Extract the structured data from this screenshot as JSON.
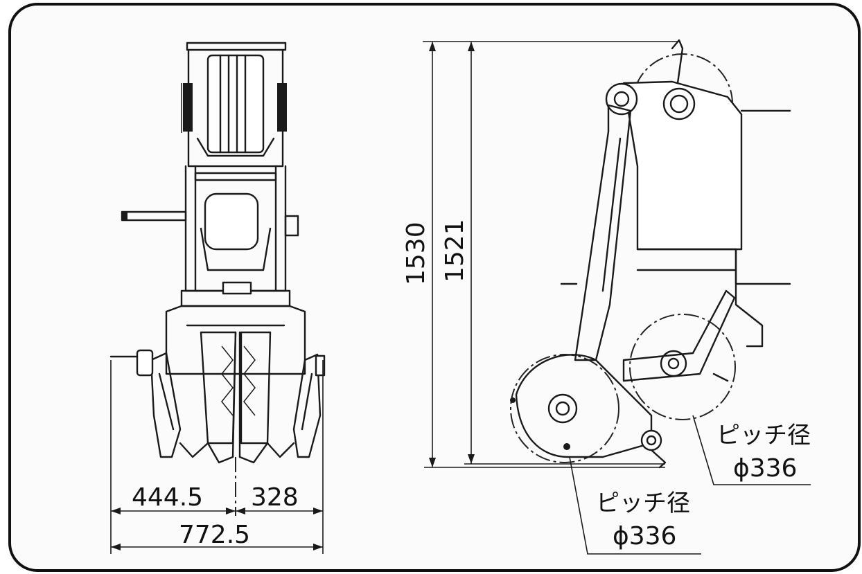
{
  "dimensions": {
    "left_width": "444.5",
    "right_width": "328",
    "total_width": "772.5",
    "height_outer": "1530",
    "height_inner": "1521"
  },
  "annotations": {
    "pitch_label_right": "ピッチ径",
    "pitch_value_right": "ϕ336",
    "pitch_label_bottom": "ピッチ径",
    "pitch_value_bottom": "ϕ336"
  }
}
